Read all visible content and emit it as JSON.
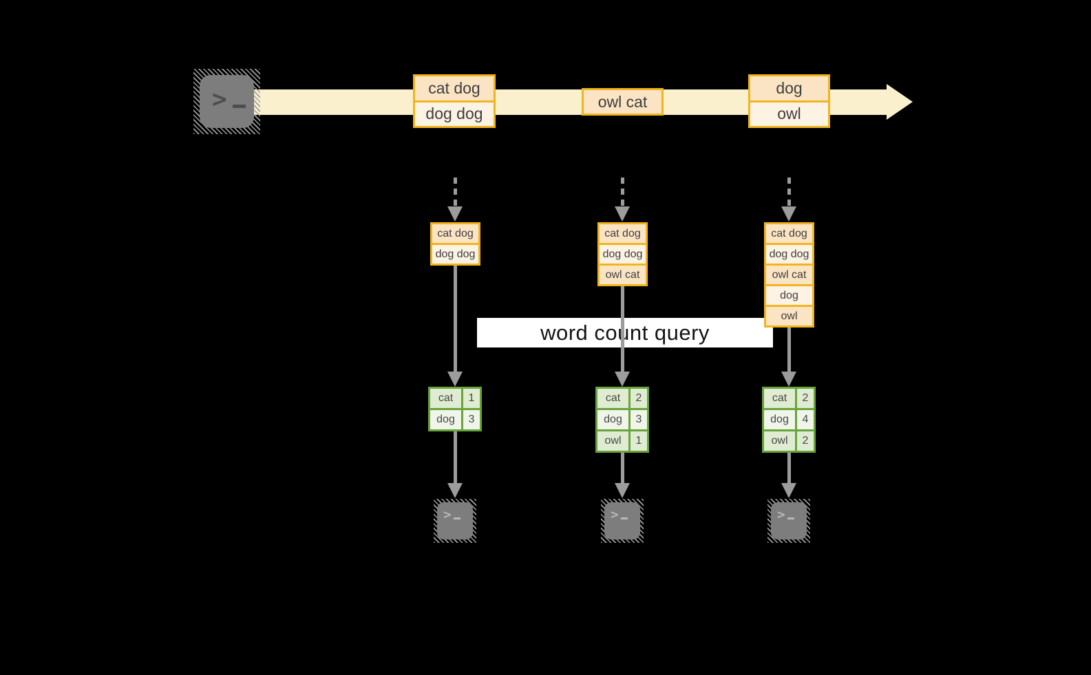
{
  "colors": {
    "background": "#000000",
    "stream_band": "#faf0cd",
    "box_border_gold": "#f0b41f",
    "cell_peach": "#fbe4c4",
    "cell_cream": "#fdf3e4",
    "table_border_green": "#68a33b",
    "cell_green_dark": "#dfecd2",
    "cell_green_light": "#f0f5ea",
    "arrow_gray": "#9c9c9c",
    "terminal_gray": "#7d7d7d",
    "query_label_bg": "#ffffff",
    "query_label_text": "#141414"
  },
  "icons": {
    "source": "terminal-icon",
    "sink": "terminal-icon",
    "prompt_char": ">"
  },
  "query": {
    "label": "word count query"
  },
  "stream": {
    "records": [
      {
        "rows": [
          "cat dog",
          "dog dog"
        ]
      },
      {
        "rows": [
          "owl cat"
        ]
      },
      {
        "rows": [
          "dog",
          "owl"
        ]
      }
    ]
  },
  "columns": [
    {
      "state_rows": [
        "cat dog",
        "dog dog"
      ],
      "result_rows": [
        {
          "word": "cat",
          "count": "1"
        },
        {
          "word": "dog",
          "count": "3"
        }
      ]
    },
    {
      "state_rows": [
        "cat dog",
        "dog dog",
        "owl cat"
      ],
      "result_rows": [
        {
          "word": "cat",
          "count": "2"
        },
        {
          "word": "dog",
          "count": "3"
        },
        {
          "word": "owl",
          "count": "1"
        }
      ]
    },
    {
      "state_rows": [
        "cat dog",
        "dog dog",
        "owl cat",
        "dog",
        "owl"
      ],
      "result_rows": [
        {
          "word": "cat",
          "count": "2"
        },
        {
          "word": "dog",
          "count": "4"
        },
        {
          "word": "owl",
          "count": "2"
        }
      ]
    }
  ]
}
